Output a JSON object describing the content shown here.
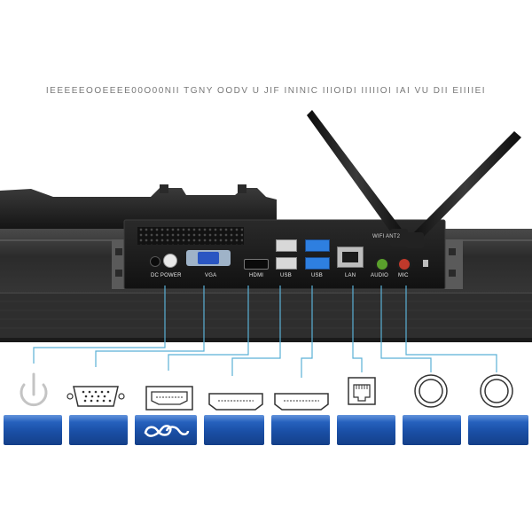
{
  "banner": {
    "text": "IEEEEEOOEEEE00O00NII TGNY OODV U JIF ININIC IIIOIDI IIIIIOI IAI VU DII EIIIIEI"
  },
  "ports": [
    {
      "label": "DC POWER",
      "icon": "power-icon"
    },
    {
      "label": "VGA",
      "icon": "vga-port-icon"
    },
    {
      "label": "HDMI",
      "icon": "hdmi-port-icon"
    },
    {
      "label": "USB",
      "icon": "usb-port-icon"
    },
    {
      "label": "USB",
      "icon": "usb-port-icon"
    },
    {
      "label": "LAN",
      "icon": "ethernet-port-icon"
    },
    {
      "label": "AUDIO",
      "icon": "audio-jack-icon"
    },
    {
      "label": "MIC",
      "icon": "mic-jack-icon"
    }
  ],
  "antenna_label": "WIFI ANT2",
  "colors": {
    "tile_blue": "#1f5bbd",
    "leader_line": "#5ab0d6",
    "chassis": "#1c1c1c",
    "audio_jack": "#5aa02c",
    "mic_jack": "#c0392b",
    "usb3_blue": "#2e7fe0"
  }
}
